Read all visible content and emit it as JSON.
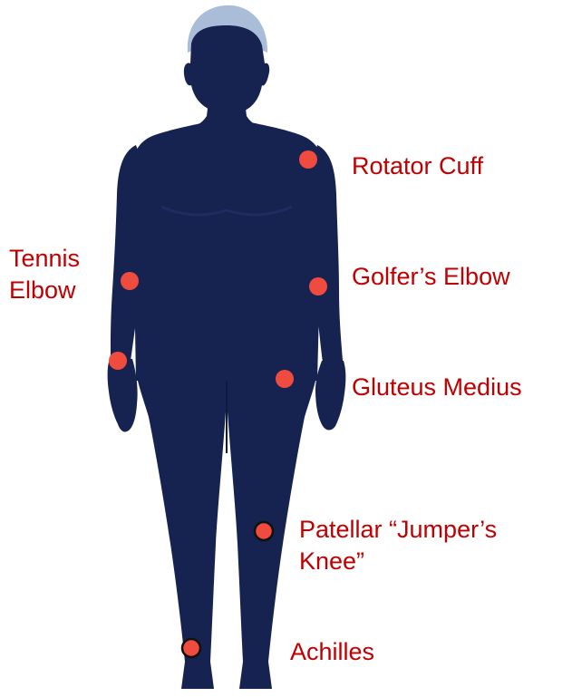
{
  "colors": {
    "body": "#16224f",
    "body_shade": "#1d2d62",
    "hair": "#a9bcd8",
    "marker": "#ef4b3f",
    "marker_outline": "#111111",
    "label_text": "#c00000",
    "background": "#ffffff"
  },
  "figure": {
    "name": "human-body-silhouette"
  },
  "labels": {
    "rotator_cuff": "Rotator Cuff",
    "tennis_elbow_line1": "Tennis",
    "tennis_elbow_line2": "Elbow",
    "golfers_elbow": "Golfer’s Elbow",
    "gluteus_medius": "Gluteus Medius",
    "patellar_line1": "Patellar “Jumper’s",
    "patellar_line2": "Knee”",
    "achilles": "Achilles"
  },
  "injury_points": [
    {
      "id": "rotator-cuff",
      "label": "Rotator Cuff"
    },
    {
      "id": "golfers-elbow",
      "label": "Golfer’s Elbow"
    },
    {
      "id": "tennis-elbow",
      "label": "Tennis Elbow"
    },
    {
      "id": "wrist",
      "label": ""
    },
    {
      "id": "gluteus-medius",
      "label": "Gluteus Medius"
    },
    {
      "id": "patellar",
      "label": "Patellar “Jumper’s Knee”"
    },
    {
      "id": "achilles",
      "label": "Achilles"
    }
  ]
}
